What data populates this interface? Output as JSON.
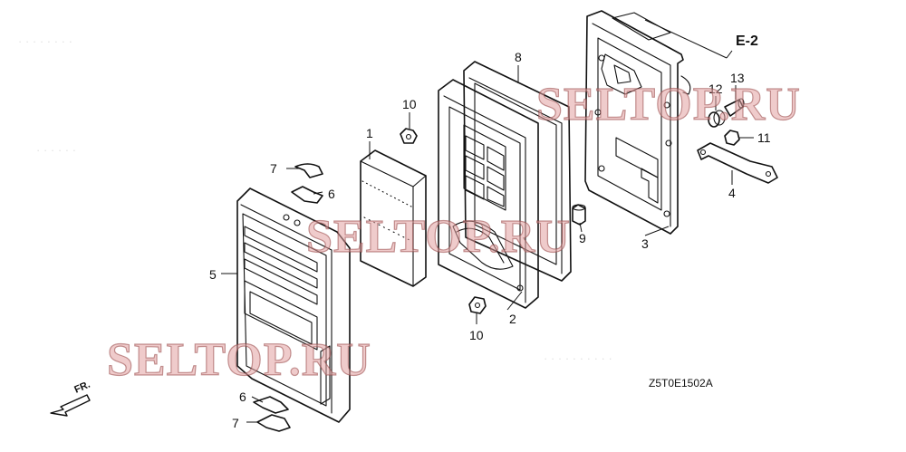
{
  "diagram_code": "Z5T0E1502A",
  "ref_label": "E-2",
  "fr_label": "FR.",
  "watermark_text": "SELTOP.RU",
  "callouts": {
    "c1": "1",
    "c2": "2",
    "c3": "3",
    "c4": "4",
    "c5": "5",
    "c6_top": "6",
    "c6_bottom": "6",
    "c7_top": "7",
    "c7_bottom": "7",
    "c8": "8",
    "c9": "9",
    "c10_top": "10",
    "c10_bottom": "10",
    "c11": "11",
    "c12": "12",
    "c13": "13"
  }
}
